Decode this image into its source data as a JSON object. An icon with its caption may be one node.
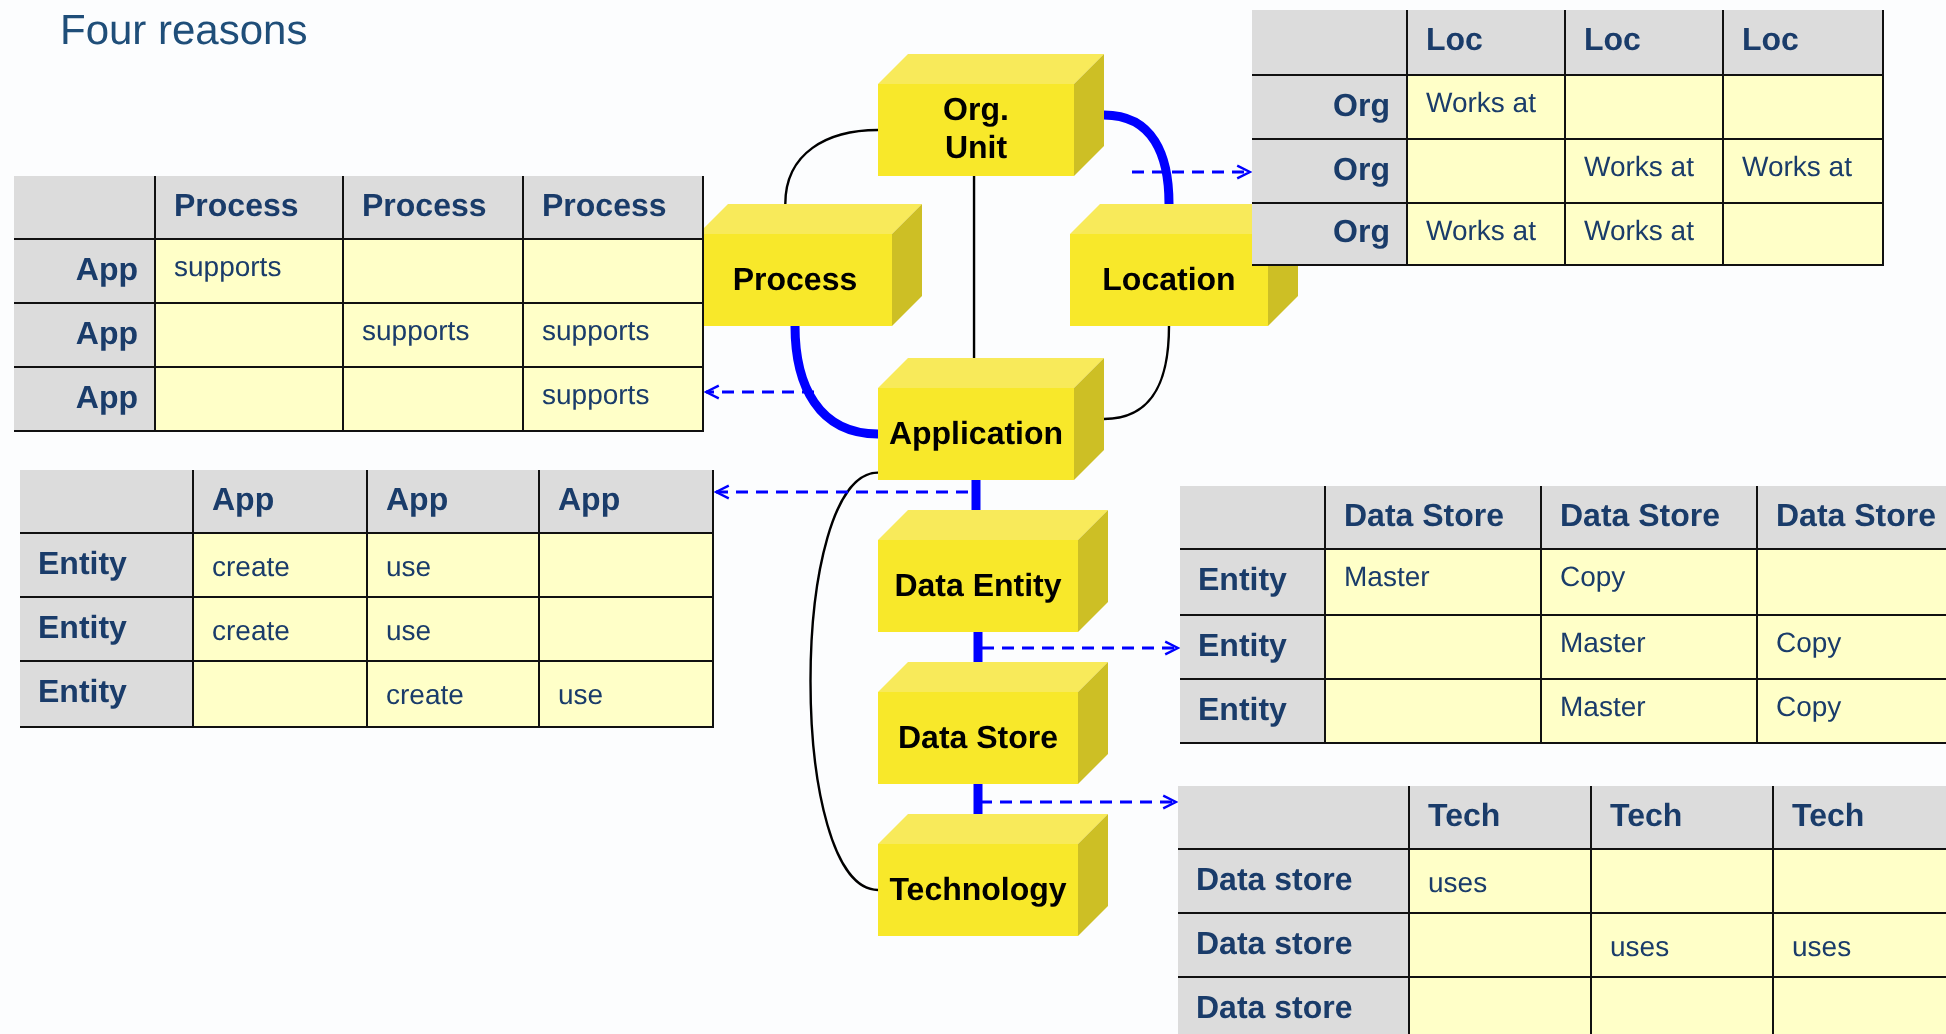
{
  "diagram": {
    "title": "Four reasons",
    "nodes": [
      {
        "text": [
          "Org. Unit"
        ]
      },
      {
        "text": [
          "Process"
        ]
      },
      {
        "text": [
          "Location"
        ]
      },
      {
        "text": [
          "Application"
        ]
      },
      {
        "text": [
          "Data Entity"
        ]
      },
      {
        "text": [
          "Data Store"
        ]
      },
      {
        "text": [
          "Technology"
        ]
      },
      {
        "text": [
          "Loc",
          "Loc",
          "Loc",
          "Org",
          "Works at",
          "Org",
          "Works at",
          "Works at",
          "Org",
          "Works at",
          "Works at"
        ]
      },
      {
        "text": [
          "Process",
          "Process",
          "Process",
          "App",
          "supports",
          "App",
          "supports",
          "supports",
          "App",
          "supports"
        ]
      },
      {
        "text": [
          "App",
          "App",
          "App",
          "Entity",
          "create",
          "use",
          "Entity",
          "create",
          "use",
          "Entity",
          "create",
          "use"
        ]
      },
      {
        "text": [
          "Data Store",
          "Data Store",
          "Data Store",
          "Entity",
          "Master",
          "Copy",
          "Entity",
          "Master",
          "Copy",
          "Entity",
          "Master",
          "Copy"
        ]
      },
      {
        "text": [
          "Tech",
          "Tech",
          "Tech",
          "Data store",
          "uses",
          "Data store",
          "uses",
          "uses",
          "Data store"
        ]
      }
    ],
    "edges": [
      {
        "from": 0,
        "to": 1,
        "arrow": "none",
        "color": "#000000"
      },
      {
        "from": 0,
        "to": 2,
        "arrow": "none",
        "style": "thick"
      },
      {
        "from": 0,
        "to": 3,
        "arrow": "none",
        "color": "#000000"
      },
      {
        "from": 1,
        "to": 3,
        "arrow": "none",
        "style": "thick"
      },
      {
        "from": 2,
        "to": 3,
        "arrow": "none",
        "color": "#000000"
      },
      {
        "from": 3,
        "to": 4,
        "arrow": "none",
        "style": "thick"
      },
      {
        "from": 4,
        "to": 5,
        "arrow": "none",
        "style": "thick"
      },
      {
        "from": 5,
        "to": 6,
        "arrow": "none",
        "style": "thick"
      },
      {
        "from": 3,
        "to": 6,
        "arrow": "none",
        "color": "#000000"
      },
      {
        "from": null,
        "to": 7,
        "arrow": "to",
        "style": "dashed"
      },
      {
        "from": null,
        "to": 8,
        "arrow": "to",
        "style": "dashed"
      },
      {
        "from": 3,
        "to": 9,
        "arrow": "to",
        "style": "dashed"
      },
      {
        "from": 4,
        "to": 10,
        "arrow": "to",
        "style": "dashed"
      },
      {
        "from": 5,
        "to": 11,
        "arrow": "to",
        "style": "dashed"
      }
    ]
  }
}
